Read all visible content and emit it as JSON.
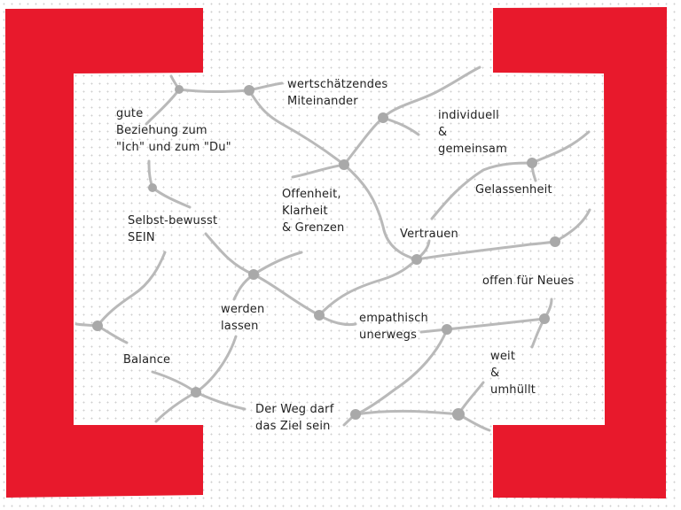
{
  "colors": {
    "frame": "#e8192c",
    "network": "#b9b9b9",
    "node": "#a9a9a9",
    "text": "#222222",
    "background_dots": "#cfcfcf"
  },
  "labels": {
    "wertschaetzendes": "wertschätzendes\nMiteinander",
    "gute_beziehung": "gute\nBeziehung zum\n\"Ich\" und zum \"Du\"",
    "individuell": "individuell\n&\ngemeinsam",
    "offenheit": "Offenheit,\nKlarheit\n& Grenzen",
    "gelassenheit": "Gelassenheit",
    "selbst_bewusst": "Selbst-bewusst\nSEIN",
    "vertrauen": "Vertrauen",
    "offen_fuer_neues": "offen für Neues",
    "werden_lassen": "werden\nlassen",
    "empathisch": "empathisch\nunerwegs",
    "balance": "Balance",
    "weit_umhuellt": "weit\n&\numhüllt",
    "der_weg": "Der Weg darf\ndas Ziel sein"
  }
}
